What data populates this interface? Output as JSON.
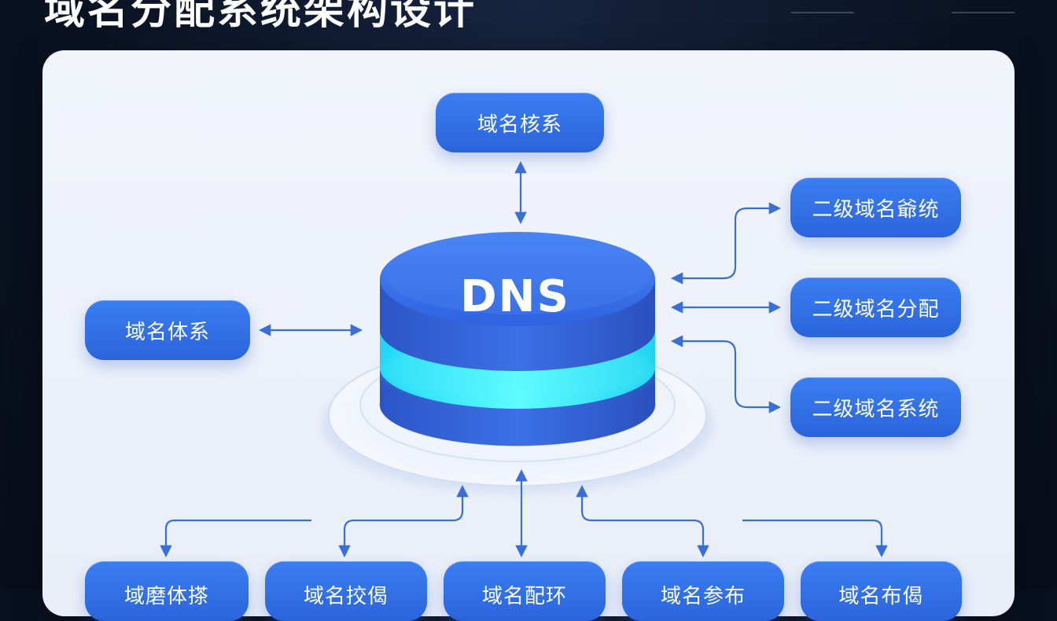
{
  "title": "域名分配系统架构设计",
  "center": {
    "label": "DNS"
  },
  "nodes": {
    "top": "域名核系",
    "left": "域名体系",
    "right_1": "二级域名爺统",
    "right_2": "二级域名分配",
    "right_3": "二级域名系统",
    "bottom_1": "域磨体搽",
    "bottom_2": "域名挍偈",
    "bottom_3": "域名配环",
    "bottom_4": "域名参布",
    "bottom_5": "域名布偈"
  },
  "colors": {
    "node_blue": "#2f6fe8",
    "disc_blue": "#3468e0",
    "glow_cyan": "#2ef0ff",
    "arrow_blue": "#3a6fd8",
    "panel_bg": "#eef2fa"
  }
}
